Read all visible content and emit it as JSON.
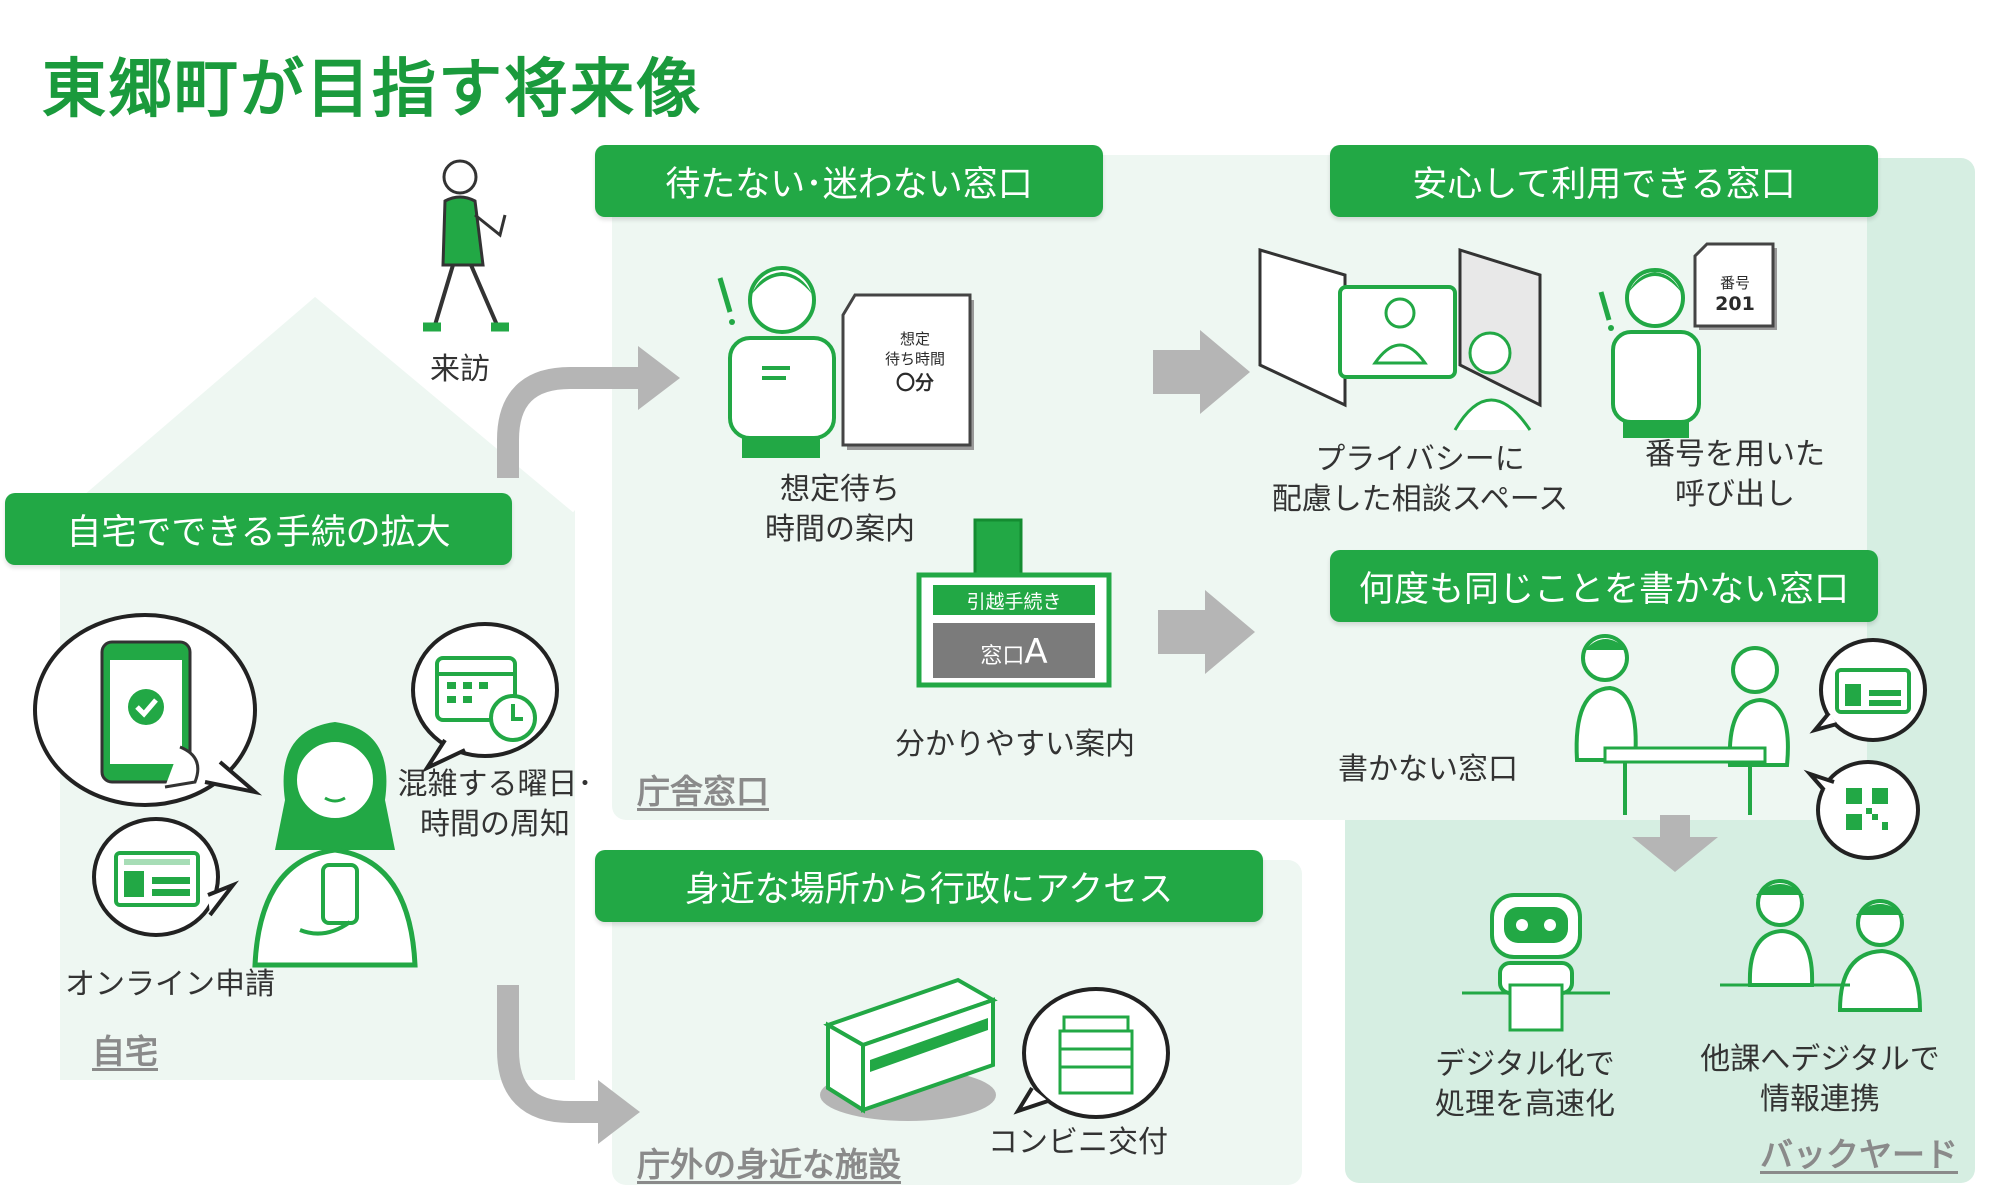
{
  "title": "東郷町が目指す将来像",
  "colors": {
    "brand_green": "#22a845",
    "title_green": "#1a9a3c",
    "zone_bg": "#eef7f2",
    "backyard_bg": "#d6eee2",
    "arrow_gray": "#b5b5b5"
  },
  "zones": {
    "home": "自宅",
    "office": "庁舎窓口",
    "outside": "庁外の身近な施設",
    "backyard": "バックヤード"
  },
  "banners": {
    "home": "自宅でできる手続の拡大",
    "no_wait": "待たない･迷わない窓口",
    "safe": "安心して利用できる窓口",
    "no_write": "何度も同じことを書かない窓口",
    "nearby": "身近な場所から行政にアクセス"
  },
  "captions": {
    "visit": "来訪",
    "online": "オンライン申請",
    "crowd": "混雑する曜日･\n時間の周知",
    "wait_time": "想定待ち\n時間の案内",
    "guide": "分かりやすい案内",
    "privacy": "プライバシーに\n配慮した相談スペース",
    "number_call": "番号を用いた\n呼び出し",
    "no_write": "書かない窓口",
    "digital": "デジタル化で\n処理を高速化",
    "other_dept": "他課へデジタルで\n情報連携",
    "konbini": "コンビニ交付"
  },
  "wait_card": {
    "line1": "想定",
    "line2": "待ち時間",
    "line3": "〇分"
  },
  "number_card": {
    "line1": "番号",
    "line2": "201"
  },
  "sign": {
    "header": "引越手続き",
    "window_prefix": "窓口",
    "window_letter": "A"
  },
  "icons": [
    "walking-person-icon",
    "house-outline-icon",
    "smartphone-check-icon",
    "id-card-icon",
    "calendar-clock-icon",
    "woman-smartphone-icon",
    "person-confused-icon",
    "waiting-time-card-icon",
    "direction-sign-icon",
    "privacy-booth-icon",
    "number-ticket-icon",
    "counter-meeting-icon",
    "qr-code-icon",
    "robot-icon",
    "colleagues-icon",
    "convenience-store-icon",
    "multifunction-printer-icon",
    "flow-arrow-icon"
  ]
}
